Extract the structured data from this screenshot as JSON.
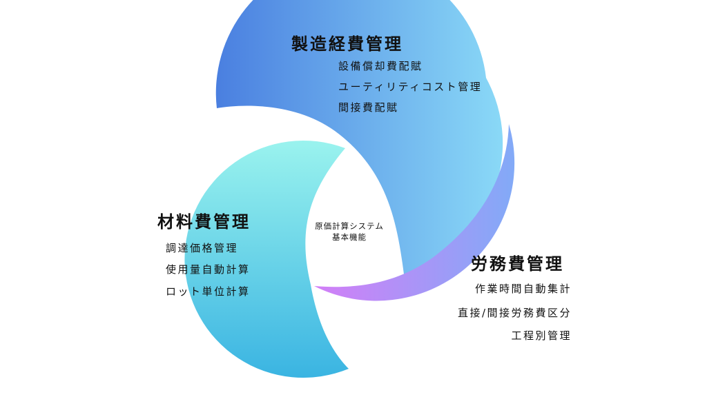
{
  "center": {
    "line1": "原価計算システム",
    "line2": "基本機能"
  },
  "sections": {
    "overhead": {
      "title": "製造経費管理",
      "items": [
        "設備償却費配賦",
        "ユーティリティコスト管理",
        "間接費配賦"
      ],
      "gradient": [
        "#4a7fe0",
        "#8ad9f7"
      ]
    },
    "material": {
      "title": "材料費管理",
      "items": [
        "調達価格管理",
        "使用量自動計算",
        "ロット単位計算"
      ],
      "gradient": [
        "#9af3ee",
        "#3ab4e2"
      ]
    },
    "labor": {
      "title": "労務費管理",
      "items": [
        "作業時間自動集計",
        "直接/間接労務費区分",
        "工程別管理"
      ],
      "gradient": [
        "#d37ef7",
        "#82aaf7"
      ]
    }
  }
}
